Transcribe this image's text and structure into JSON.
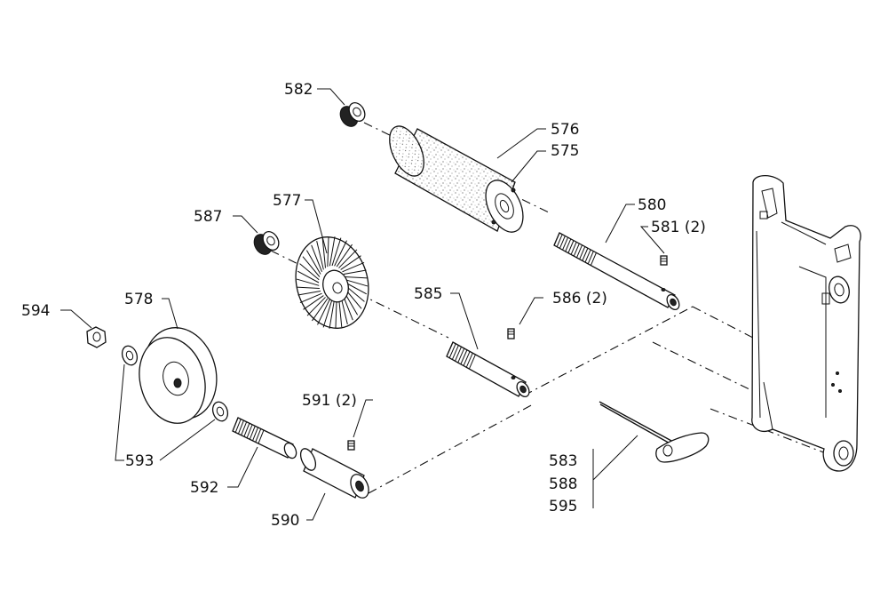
{
  "labels": {
    "p575": "575",
    "p576": "576",
    "p577": "577",
    "p578": "578",
    "p580": "580",
    "p581": "581 (2)",
    "p582": "582",
    "p583": "583",
    "p585": "585",
    "p586": "586 (2)",
    "p587": "587",
    "p588": "588",
    "p590": "590",
    "p591": "591 (2)",
    "p592": "592",
    "p593": "593",
    "p594": "594",
    "p595": "595"
  }
}
